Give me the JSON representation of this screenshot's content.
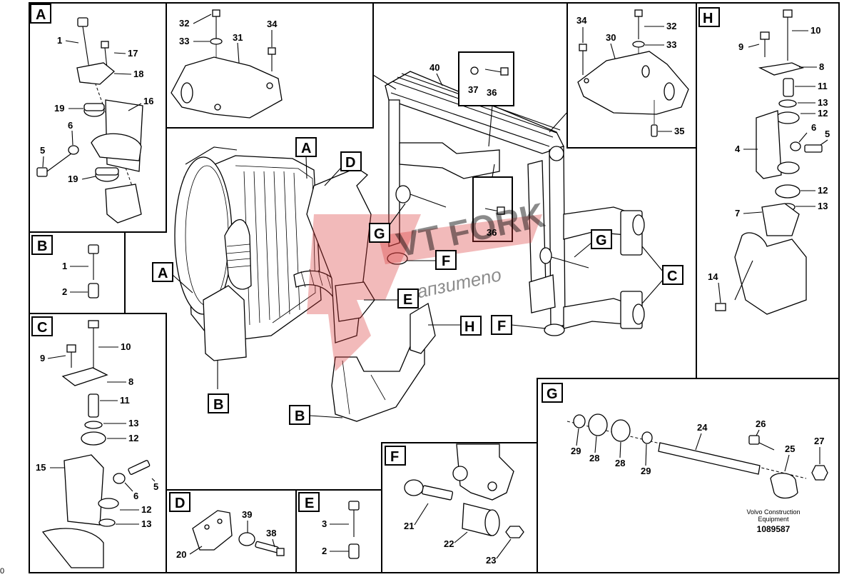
{
  "footer": {
    "company": "Volvo Construction",
    "company2": "Equipment",
    "drawing_no": "1089587"
  },
  "corner_number": "0",
  "watermark": {
    "brand": "VT FORK",
    "sub": "запзиmeno",
    "color": "#d93a3a"
  },
  "panels": {
    "A": {
      "letter": "A",
      "parts": {
        "p1": "1",
        "p17": "17",
        "p18": "18",
        "p16": "16",
        "p19a": "19",
        "p6": "6",
        "p5": "5",
        "p19b": "19"
      }
    },
    "B": {
      "letter": "B",
      "parts": {
        "p1": "1",
        "p2": "2"
      }
    },
    "C": {
      "letter": "C",
      "parts": {
        "p9": "9",
        "p10": "10",
        "p8": "8",
        "p11": "11",
        "p13a": "13",
        "p12a": "12",
        "p15": "15",
        "p5": "5",
        "p6": "6",
        "p12b": "12",
        "p13b": "13"
      }
    },
    "D": {
      "letter": "D",
      "parts": {
        "p39": "39",
        "p38": "38",
        "p20": "20"
      }
    },
    "E": {
      "letter": "E",
      "parts": {
        "p3": "3",
        "p2": "2"
      }
    },
    "F": {
      "letter": "F",
      "parts": {
        "p21": "21",
        "p22": "22",
        "p23": "23"
      }
    },
    "G": {
      "letter": "G",
      "parts": {
        "p29a": "29",
        "p28a": "28",
        "p28b": "28",
        "p29b": "29",
        "p24": "24",
        "p26": "26",
        "p25": "25",
        "p27": "27"
      }
    },
    "H": {
      "letter": "H",
      "parts": {
        "p10": "10",
        "p9": "9",
        "p8": "8",
        "p11": "11",
        "p13a": "13",
        "p12a": "12",
        "p4": "4",
        "p6": "6",
        "p5": "5",
        "p12b": "12",
        "p7": "7",
        "p13b": "13",
        "p14": "14"
      }
    },
    "top_left": {
      "parts": {
        "p32": "32",
        "p33": "33",
        "p31": "31",
        "p34": "34"
      }
    },
    "top_right": {
      "parts": {
        "p34": "34",
        "p32": "32",
        "p30": "30",
        "p33": "33",
        "p35": "35"
      }
    }
  },
  "main": {
    "parts": {
      "p40": "40",
      "p37": "37",
      "p36a": "36",
      "p36b": "36"
    },
    "callouts": {
      "A1": "A",
      "A2": "A",
      "D": "D",
      "B1": "B",
      "B2": "B",
      "G1": "G",
      "G2": "G",
      "F1": "F",
      "F2": "F",
      "E": "E",
      "H": "H",
      "C": "C"
    }
  }
}
